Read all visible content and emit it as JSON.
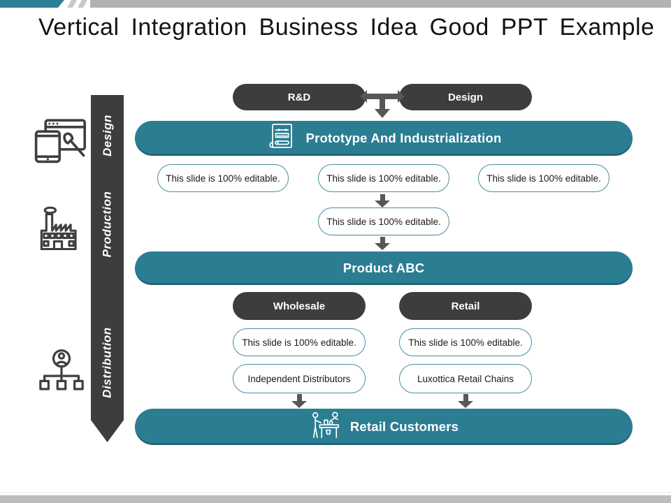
{
  "slide": {
    "title": "Vertical Integration Business Idea Good PPT Example"
  },
  "ribbon": {
    "labels": [
      "Design",
      "Production",
      "Distribution"
    ]
  },
  "left_icons": [
    {
      "name": "design-devices-icon"
    },
    {
      "name": "factory-icon"
    },
    {
      "name": "distribution-network-icon"
    }
  ],
  "flow": {
    "rd_pill": "R&D",
    "design_pill": "Design",
    "band_prototype": {
      "label": "Prototype And Industrialization",
      "icon": "blueprint-ruler-icon"
    },
    "editable_row": [
      "This slide is 100% editable.",
      "This slide is 100% editable.",
      "This slide is 100% editable."
    ],
    "editable_mid": "This slide is 100% editable.",
    "band_product": {
      "label": "Product ABC"
    },
    "wholesale_pill": "Wholesale",
    "retail_pill": "Retail",
    "editable_channels": [
      "This slide is 100% editable.",
      "This slide is 100% editable."
    ],
    "partners": [
      "Independent Distributors",
      "Luxottica Retail Chains"
    ],
    "band_customers": {
      "label": "Retail Customers",
      "icon": "retail-counter-icon"
    }
  },
  "colors": {
    "teal": "#2B7D92",
    "accent_teal": "#2E7F95",
    "dark": "#3D3D3D",
    "arrow_gray": "#575757",
    "pill_border": "#4A8DA0",
    "top_bar_gray": "#B2B2B2",
    "bottom_bar_gray": "#BCBCBC"
  }
}
